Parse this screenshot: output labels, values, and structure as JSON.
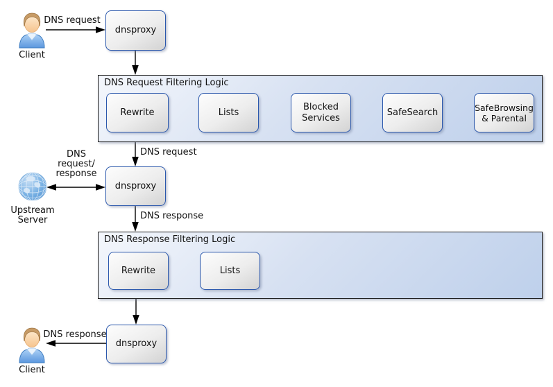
{
  "colors": {
    "box_border": "#2a57ac",
    "group_border": "#1b1b1b",
    "group_fill_light": "#f4f7fc",
    "group_fill_dark": "#bed0eb",
    "box_fill_light": "#fdfdfd",
    "box_fill_dark": "#d3d3d3",
    "arrow": "#000000",
    "shirt_blue": "#5e9ce0",
    "globe_blue": "#5b9bd8"
  },
  "icons": {
    "client_top": "person-icon",
    "client_bottom": "person-icon",
    "upstream_server": "globe-icon"
  },
  "nodes": {
    "client_top": {
      "label": "Client"
    },
    "dnsproxy_top": {
      "label": "dnsproxy"
    },
    "dnsproxy_middle": {
      "label": "dnsproxy"
    },
    "upstream_server": {
      "label": "Upstream\nServer"
    },
    "dnsproxy_bottom": {
      "label": "dnsproxy"
    },
    "client_bottom": {
      "label": "Client"
    }
  },
  "containers": {
    "request_filtering": {
      "title": "DNS Request Filtering Logic",
      "steps": [
        "Rewrite",
        "Lists",
        "Blocked\nServices",
        "SafeSearch",
        "SafeBrowsing\n& Parental"
      ]
    },
    "response_filtering": {
      "title": "DNS Response Filtering Logic",
      "steps": [
        "Rewrite",
        "Lists"
      ]
    }
  },
  "edge_labels": {
    "client_request": "DNS request",
    "filtered_request": "DNS request",
    "upstream_exchange": "DNS\nrequest/\nresponse",
    "proxy_response": "DNS response",
    "client_response": "DNS response"
  }
}
